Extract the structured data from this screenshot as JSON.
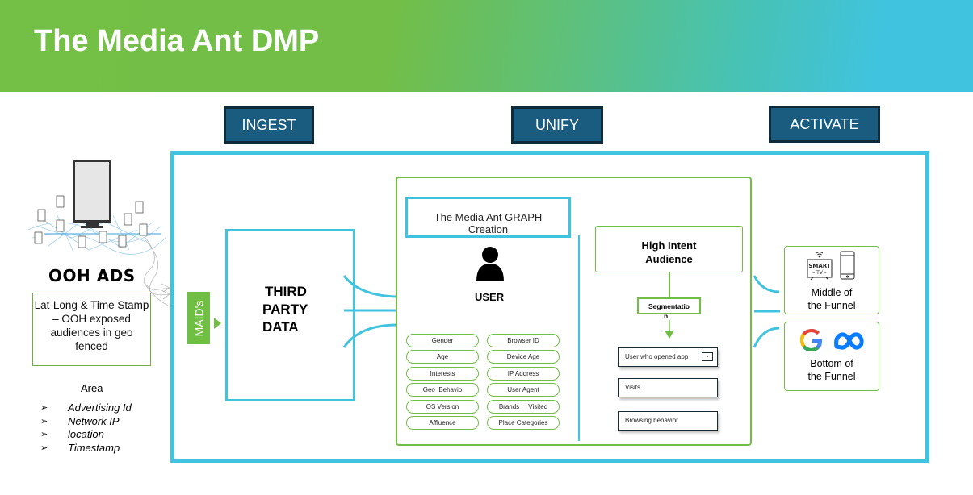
{
  "header": {
    "title": "The Media Ant DMP"
  },
  "stages": [
    {
      "label": "INGEST"
    },
    {
      "label": "UNIFY"
    },
    {
      "label": "ACTIVATE"
    }
  ],
  "ooh": {
    "title": "OOH ADS",
    "description": "Lat-Long & Time Stamp   – OOH exposed audiences in geo fenced",
    "area_label": "Area",
    "bullet_glyph": "➢",
    "bullets": [
      "Advertising Id",
      "Network IP",
      "location",
      "Timestamp"
    ]
  },
  "maid_label": "MAID's",
  "third_party": {
    "lines": [
      "THIRD",
      "PARTY",
      "DATA"
    ]
  },
  "graph": {
    "title_line1": "The Media Ant GRAPH",
    "title_line2": "Creation",
    "user_label": "USER",
    "attributes_left": [
      "Gender",
      "Age",
      "Interests",
      "Geo_Behavio",
      "OS Version",
      "Affluence"
    ],
    "attributes_right": [
      "Browser ID",
      "Device Age",
      "IP Address",
      "User Agent",
      "Brands     Visited",
      "Place Categories"
    ]
  },
  "segmentation": {
    "high_intent_line1": "High Intent",
    "high_intent_line2": "Audience",
    "label": "Segmentatio",
    "label_wrap": "n",
    "options": [
      "User who opened app",
      "Visits",
      "Browsing behavior"
    ],
    "dropdown_glyph": "⌄"
  },
  "activate": {
    "middle_line1": "Middle of",
    "middle_line2": "the Funnel",
    "smart_tv_line1": "SMART",
    "smart_tv_line2": "– TV –",
    "bottom_line1": "Bottom of",
    "bottom_line2": "the Funnel",
    "google_letter": "G"
  },
  "colors": {
    "brand_green": "#70bf44",
    "brand_cyan": "#40c3df",
    "stage_blue": "#1a5c80"
  }
}
